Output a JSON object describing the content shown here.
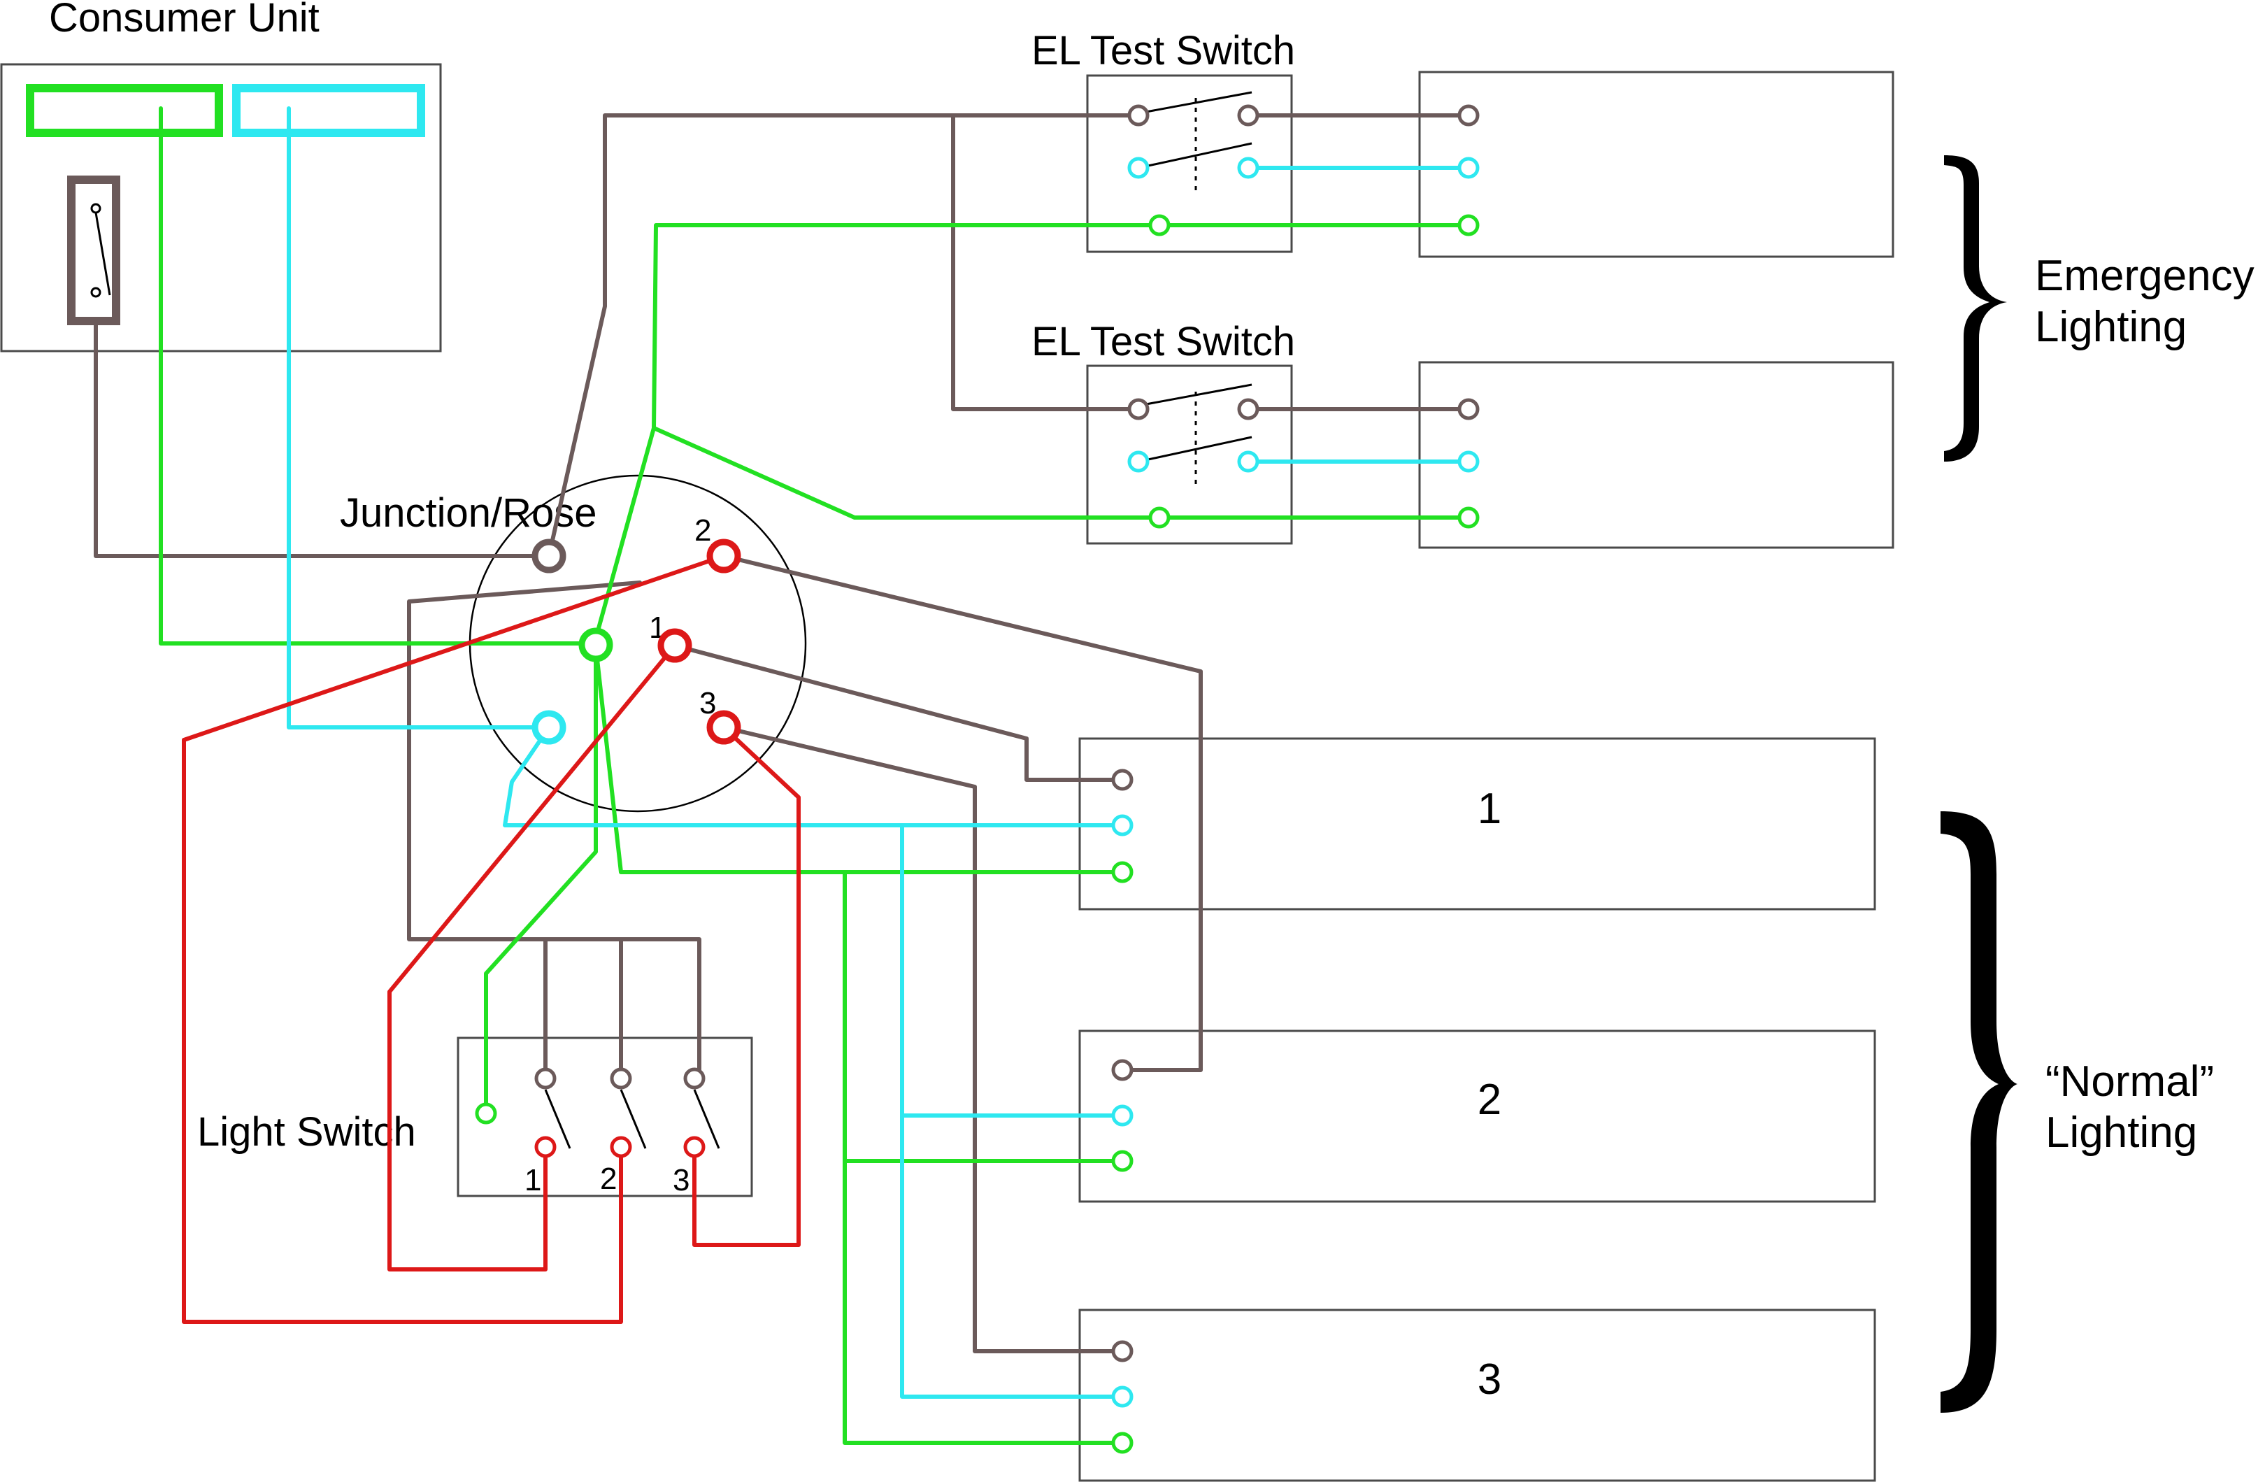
{
  "colors": {
    "live": "#6b5a5a",
    "earth": "#22e022",
    "neutral": "#2ee8f0",
    "switched": "#dd1818",
    "outline": "#4a4a4a",
    "text": "#000000"
  },
  "labels": {
    "consumer_unit": "Consumer Unit",
    "junction_rose": "Junction/Rose",
    "light_switch": "Light Switch",
    "el_test_switch_top": "EL Test Switch",
    "el_test_switch_bottom": "EL Test Switch",
    "emergency_line1": "Emergency",
    "emergency_line2": "Lighting",
    "normal_line1": "“Normal”",
    "normal_line2": "Lighting"
  },
  "normal_lights": [
    "1",
    "2",
    "3"
  ],
  "rose_terminal_numbers": [
    "1",
    "2",
    "3"
  ],
  "switch_terminal_numbers": [
    "1",
    "2",
    "3"
  ]
}
